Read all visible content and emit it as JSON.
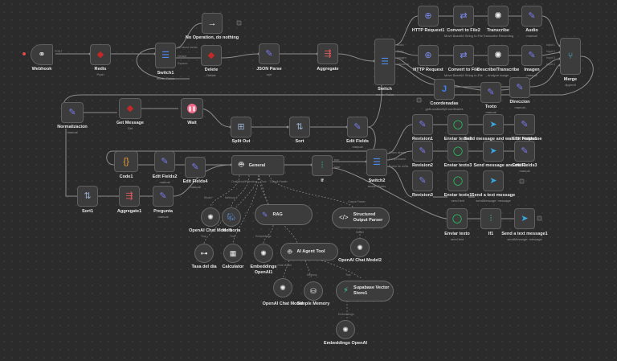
{
  "colors": {
    "canvas": "#2b2b2b",
    "node": "#3c3c3c",
    "border": "#5f5f5f",
    "wire": "#8c8c8c",
    "dashed": "#8a8a8a",
    "redis": "#c62828",
    "edit": "#7b7bf0",
    "switch": "#4a8cf0",
    "ai": "#2fd6a2"
  },
  "nodes": {
    "webhook": {
      "label": "Webhook",
      "port": "POST",
      "icon": "webhook-icon"
    },
    "redis": {
      "label": "Redis",
      "sub": "Push",
      "icon": "redis-icon"
    },
    "switch1": {
      "label": "Switch1",
      "sub": "mode: Rules",
      "ports": [
        "No faced media",
        "Default",
        "Espacio"
      ],
      "icon": "switch-icon"
    },
    "noop": {
      "label": "No Operation, do nothing",
      "icon": "arrow-right-icon"
    },
    "delete": {
      "label": "Delete",
      "sub": "Delete",
      "icon": "redis-icon"
    },
    "json_parse": {
      "label": "JSON Parse",
      "sub": "rule",
      "icon": "pen-icon"
    },
    "aggregate": {
      "label": "Aggregate",
      "icon": "aggregate-icon"
    },
    "switch": {
      "label": "Switch",
      "sub": "mode: Rules",
      "ports": [
        "Audio",
        "Texto",
        "Imagen",
        "Ubicacion"
      ],
      "icon": "switch-icon"
    },
    "http1": {
      "label": "HTTP Request1",
      "icon": "globe-icon"
    },
    "convert2": {
      "label": "Convert to File2",
      "sub": "Move Base64 String to File",
      "icon": "convert-icon"
    },
    "transcribe": {
      "label": "Transcribe",
      "sub": "Transcribe Recording",
      "icon": "openai-icon"
    },
    "audio": {
      "label": "Audio",
      "sub": "manual",
      "icon": "pen-icon"
    },
    "http": {
      "label": "HTTP Request",
      "icon": "globe-icon"
    },
    "convert": {
      "label": "Convert to File",
      "sub": "Move Base64 String to File",
      "icon": "convert-icon"
    },
    "describe": {
      "label": "Describe/Transcribe",
      "sub": "Analyze Image",
      "icon": "openai-icon"
    },
    "imagen": {
      "label": "Imagen",
      "sub": "manual",
      "icon": "pen-icon"
    },
    "merge": {
      "label": "Merge",
      "sub": "append",
      "ports": [
        "Input 1",
        "Input 2",
        "Input 3",
        "Input 4"
      ],
      "icon": "merge-icon"
    },
    "coordenadas": {
      "label": "Coordenadas",
      "sub": "getLocationByCoordinates",
      "icon": "j-icon"
    },
    "texto": {
      "label": "Texto",
      "sub": "manual",
      "icon": "pen-icon"
    },
    "direccion": {
      "label": "Direccion",
      "sub": "manual",
      "icon": "pen-icon"
    },
    "normalizacion": {
      "label": "Normalizacion",
      "sub": "manual",
      "icon": "pen-icon"
    },
    "get_message": {
      "label": "Get Message",
      "sub": "Get",
      "icon": "redis-icon"
    },
    "wait": {
      "label": "Wait",
      "icon": "pause-icon"
    },
    "split_out": {
      "label": "Split Out",
      "icon": "split-icon"
    },
    "sort": {
      "label": "Sort",
      "icon": "sort-icon"
    },
    "edit_fields": {
      "label": "Edit Fields",
      "sub": "manual",
      "icon": "pen-icon"
    },
    "code1": {
      "label": "Code1",
      "icon": "code-icon"
    },
    "edit_fields2": {
      "label": "Edit Fields2",
      "sub": "manual",
      "icon": "pen-icon"
    },
    "edit_fields4": {
      "label": "Edit Fields4",
      "sub": "manual",
      "icon": "pen-icon"
    },
    "general": {
      "label": "General",
      "icon": "robot-icon",
      "ports": [
        "Chat Model*",
        "Memory",
        "Tool",
        "Output Parser"
      ]
    },
    "if": {
      "label": "If",
      "ports": [
        "true",
        "false"
      ],
      "icon": "if-icon"
    },
    "switch2": {
      "label": "Switch2",
      "sub": "mode: Rules",
      "ports": [
        "Orden directa",
        "Comprobante",
        "Boleta de venta"
      ],
      "icon": "switch-icon"
    },
    "revision1": {
      "label": "Revision1",
      "icon": "pen-icon"
    },
    "enviar_texto2": {
      "label": "Enviar texto2",
      "sub": "send text",
      "icon": "whatsapp-icon"
    },
    "send_wait": {
      "label": "Send message and wait for response",
      "icon": "telegram-icon"
    },
    "edit_fields1": {
      "label": "Edit Fields1",
      "sub": "manual",
      "icon": "pen-icon"
    },
    "revision2": {
      "label": "Revision2",
      "icon": "pen-icon"
    },
    "enviar_texto3": {
      "label": "Enviar texto3",
      "sub": "send text",
      "icon": "whatsapp-icon"
    },
    "send_wait1": {
      "label": "Send message and wait1",
      "icon": "telegram-icon"
    },
    "edit_fields3": {
      "label": "Edit Fields3",
      "sub": "manual",
      "icon": "pen-icon"
    },
    "revision3": {
      "label": "Revision3",
      "icon": "pen-icon"
    },
    "enviar_texto1": {
      "label": "Enviar texto1",
      "sub": "send text",
      "icon": "whatsapp-icon"
    },
    "send_text": {
      "label": "Send a text message",
      "sub": "sendMessage: message",
      "icon": "telegram-icon"
    },
    "enviar_texto": {
      "label": "Enviar texto",
      "sub": "send text",
      "icon": "whatsapp-icon"
    },
    "if1": {
      "label": "If1",
      "icon": "if-icon"
    },
    "send_text1": {
      "label": "Send a text message1",
      "sub": "sendMessage: message",
      "icon": "telegram-icon"
    },
    "sort1": {
      "label": "Sort1",
      "icon": "sort-icon"
    },
    "aggregate1": {
      "label": "Aggregate1",
      "icon": "aggregate-icon"
    },
    "pregunta": {
      "label": "Pregunta",
      "sub": "manual",
      "icon": "pen-icon"
    }
  },
  "subnodes": {
    "openai_chat_model1": {
      "label": "OpenAI Chat Model1",
      "icon": "openai-icon"
    },
    "memoria": {
      "label": "Memoria",
      "icon": "postgres-icon"
    },
    "rag": {
      "label": "RAG",
      "icon": "pen-icon"
    },
    "structured_output": {
      "label": "Structured Output Parser",
      "icon": "code-icon"
    },
    "openai_chat_model2": {
      "label": "OpenAI Chat Model2",
      "icon": "openai-icon"
    },
    "tasa_del_dia": {
      "label": "Tasa del dia",
      "icon": "network-icon"
    },
    "calculator": {
      "label": "Calculator",
      "icon": "calculator-icon"
    },
    "embeddings_openai1": {
      "label": "Embeddings OpenAI1",
      "icon": "openai-icon"
    },
    "ai_agent_tool": {
      "label": "AI Agent Tool",
      "icon": "robot-icon"
    },
    "openai_chat_model": {
      "label": "OpenAI Chat Model",
      "icon": "openai-icon"
    },
    "simple_memory": {
      "label": "Simple Memory",
      "icon": "database-icon"
    },
    "supabase": {
      "label": "Supabase Vector Store1",
      "icon": "supabase-icon"
    },
    "embeddings_openai": {
      "label": "Embeddings OpenAI",
      "icon": "openai-icon"
    }
  },
  "port_labels": {
    "chat_model": "Chat Model",
    "memory": "Memory",
    "tool": "Tool",
    "embeddings": "Embeddings",
    "output_parser": "Output Parser",
    "model": "Model"
  }
}
